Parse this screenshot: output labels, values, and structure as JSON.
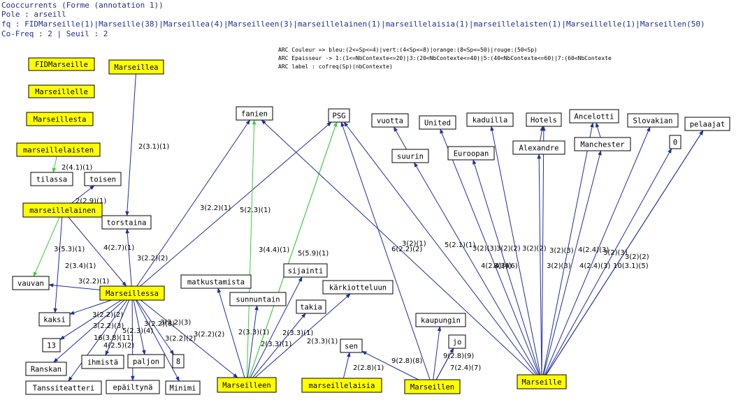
{
  "header": {
    "title": "Cooccurrents (Forme (annotation 1))",
    "pole": "Pole : arseill",
    "fq": "fq : FIDMarseille(1)|Marseille(38)|Marseillea(4)|Marseilleen(3)|marseillelainen(1)|marseillelaisia(1)|marseillelaisten(1)|Marseillelle(1)|Marseillen(50)",
    "cofreq": "Co-Freq : 2 | Seuil : 2"
  },
  "legend": {
    "line1": "ARC Couleur => bleu:(2<=Sp<=4)|vert:(4<Sp<=8)|orange:(8<Sp<=50)|rouge:(50<Sp)",
    "line2": "ARC Epaisseur -> 1:(1<=NbContexte<=20)|3:(20<NbContexte<=40)|5:(40<NbContexte<=60)|7:(60<NbContexte",
    "line3": "ARC label : cofreq(Sp)(nbContexte)"
  },
  "colors": {
    "pole_fill": "#ffff00",
    "node_fill": "#ffffff",
    "blue": "#1f2fa0",
    "green": "#3ccc3c",
    "header": "#1f2f8f"
  },
  "nodes": [
    {
      "id": "FIDMarseille",
      "label": "FIDMarseille",
      "pole": true
    },
    {
      "id": "Marseillea",
      "label": "Marseillea",
      "pole": true
    },
    {
      "id": "Marseillelle",
      "label": "Marseillelle",
      "pole": true
    },
    {
      "id": "Marseillesta",
      "label": "Marseillesta",
      "pole": true
    },
    {
      "id": "marseillelaisten",
      "label": "marseillelaisten",
      "pole": true
    },
    {
      "id": "marseillelainen",
      "label": "marseillelainen",
      "pole": true
    },
    {
      "id": "Marseillessa",
      "label": "Marseillessa",
      "pole": true
    },
    {
      "id": "Marseilleen",
      "label": "Marseilleen",
      "pole": true
    },
    {
      "id": "marseillelaisia",
      "label": "marseillelaisia",
      "pole": true
    },
    {
      "id": "Marseillen",
      "label": "Marseillen",
      "pole": true
    },
    {
      "id": "Marseille",
      "label": "Marseille",
      "pole": true
    },
    {
      "id": "tilassa",
      "label": "tilassa",
      "pole": false
    },
    {
      "id": "toisen",
      "label": "toisen",
      "pole": false
    },
    {
      "id": "torstaina",
      "label": "torstaina",
      "pole": false
    },
    {
      "id": "vauvan",
      "label": "vauvan",
      "pole": false
    },
    {
      "id": "kaksi",
      "label": "kaksi",
      "pole": false
    },
    {
      "id": "13",
      "label": "13",
      "pole": false
    },
    {
      "id": "Ranskan",
      "label": "Ranskan",
      "pole": false
    },
    {
      "id": "ihmista",
      "label": "ihmistä",
      "pole": false
    },
    {
      "id": "paljon",
      "label": "paljon",
      "pole": false
    },
    {
      "id": "8",
      "label": "8",
      "pole": false
    },
    {
      "id": "Tanssiteatteri",
      "label": "Tanssiteatteri",
      "pole": false
    },
    {
      "id": "epailtyna",
      "label": "epäiltynä",
      "pole": false
    },
    {
      "id": "Minimi",
      "label": "Minimi",
      "pole": false
    },
    {
      "id": "fanien",
      "label": "fanien",
      "pole": false
    },
    {
      "id": "PSG",
      "label": "PSG",
      "pole": false
    },
    {
      "id": "matkustamista",
      "label": "matkustamista",
      "pole": false
    },
    {
      "id": "sunnuntain",
      "label": "sunnuntain",
      "pole": false
    },
    {
      "id": "sijainti",
      "label": "sijainti",
      "pole": false
    },
    {
      "id": "takia",
      "label": "takia",
      "pole": false
    },
    {
      "id": "karkiotteluun",
      "label": "kärkiotteluun",
      "pole": false
    },
    {
      "id": "sen",
      "label": "sen",
      "pole": false
    },
    {
      "id": "kaupungin",
      "label": "kaupungin",
      "pole": false
    },
    {
      "id": "jo",
      "label": "jo",
      "pole": false
    },
    {
      "id": "vuotta",
      "label": "vuotta",
      "pole": false
    },
    {
      "id": "suurin",
      "label": "suurin",
      "pole": false
    },
    {
      "id": "United",
      "label": "United",
      "pole": false
    },
    {
      "id": "Euroopan",
      "label": "Euroopan",
      "pole": false
    },
    {
      "id": "kaduilla",
      "label": "kaduilla",
      "pole": false
    },
    {
      "id": "Hotels",
      "label": "Hotels",
      "pole": false
    },
    {
      "id": "Alexandre",
      "label": "Alexandre",
      "pole": false
    },
    {
      "id": "Ancelotti",
      "label": "Ancelotti",
      "pole": false
    },
    {
      "id": "Manchester",
      "label": "Manchester",
      "pole": false
    },
    {
      "id": "Slovakian",
      "label": "Slovakian",
      "pole": false
    },
    {
      "id": "0",
      "label": "0",
      "pole": false
    },
    {
      "id": "pelaajat",
      "label": "pelaajat",
      "pole": false
    }
  ],
  "edges": [
    {
      "from": "Marseillea",
      "to": "torstaina",
      "label": "2(3.1)(1)",
      "color": "blue"
    },
    {
      "from": "marseillelaisten",
      "to": "tilassa",
      "label": "2(4.1)(1)",
      "color": "green"
    },
    {
      "from": "marseillelainen",
      "to": "toisen",
      "label": "2(2.9)(1)",
      "color": "blue"
    },
    {
      "from": "marseillelainen",
      "to": "vauvan",
      "label": "3(5.3)(1)",
      "color": "green"
    },
    {
      "from": "marseillelainen",
      "to": "kaksi",
      "label": "2(3.4)(1)",
      "color": "blue"
    },
    {
      "from": "marseillelainen",
      "to": "Marseillessa",
      "label": "",
      "color": "blue"
    },
    {
      "from": "Marseillessa",
      "to": "vauvan",
      "label": "3(2.2)(1)",
      "color": "blue"
    },
    {
      "from": "Marseillessa",
      "to": "torstaina",
      "label": "4(2.7)(1)",
      "color": "blue"
    },
    {
      "from": "Marseillessa",
      "to": "fanien",
      "label": "3(2.2)(1)",
      "color": "blue"
    },
    {
      "from": "Marseillessa",
      "to": "PSG",
      "label": "3(2.2)(2)",
      "color": "blue"
    },
    {
      "from": "Marseillessa",
      "to": "kaksi",
      "label": "3(2.2)(2)",
      "color": "blue"
    },
    {
      "from": "Marseillessa",
      "to": "13",
      "label": "3(2.2)(3)",
      "color": "blue"
    },
    {
      "from": "Marseillessa",
      "to": "Ranskan",
      "label": "16(3.8)(11)",
      "color": "blue"
    },
    {
      "from": "Marseillessa",
      "to": "ihmista",
      "label": "4(2.5)(2)",
      "color": "blue"
    },
    {
      "from": "Marseillessa",
      "to": "paljon",
      "label": "5(2.3)(4)",
      "color": "blue"
    },
    {
      "from": "Marseillessa",
      "to": "epailtyna",
      "label": "3(2.2)(3)",
      "color": "blue"
    },
    {
      "from": "Marseillessa",
      "to": "Minimi",
      "label": "3(2.2)(3)",
      "color": "blue"
    },
    {
      "from": "Marseillessa",
      "to": "8",
      "label": "3(2.2)(2)",
      "color": "blue"
    },
    {
      "from": "Marseillessa",
      "to": "Marseilleen",
      "label": "3(2.2)(2)",
      "color": "blue"
    },
    {
      "from": "Marseillessa",
      "to": "Tanssiteatteri",
      "label": "",
      "color": "blue"
    },
    {
      "from": "Marseilleen",
      "to": "fanien",
      "label": "5(2.3)(1)",
      "color": "green"
    },
    {
      "from": "Marseilleen",
      "to": "PSG",
      "label": "5(5.9)(1)",
      "color": "green"
    },
    {
      "from": "Marseilleen",
      "to": "matkustamista",
      "label": "",
      "color": "blue"
    },
    {
      "from": "Marseilleen",
      "to": "sunnuntain",
      "label": "2(3.3)(1)",
      "color": "blue"
    },
    {
      "from": "Marseilleen",
      "to": "sijainti",
      "label": "2(3.3)(1)",
      "color": "blue"
    },
    {
      "from": "Marseilleen",
      "to": "takia",
      "label": "2(3.3)(1)",
      "color": "blue"
    },
    {
      "from": "Marseilleen",
      "to": "karkiotteluun",
      "label": "2(3.3)(1)",
      "color": "blue"
    },
    {
      "from": "Marseilleen",
      "to": "PSG",
      "label": "3(4.4)(1)",
      "color": "green"
    },
    {
      "from": "marseillelaisia",
      "to": "sen",
      "label": "2(2.8)(1)",
      "color": "blue"
    },
    {
      "from": "Marseillen",
      "to": "sen",
      "label": "9(2.8)(8)",
      "color": "blue"
    },
    {
      "from": "Marseillen",
      "to": "PSG",
      "label": "6(2.2)(2)",
      "color": "blue"
    },
    {
      "from": "Marseillen",
      "to": "kaupungin",
      "label": "",
      "color": "blue"
    },
    {
      "from": "Marseillen",
      "to": "jo",
      "label": "9(2.8)(9)",
      "color": "blue"
    },
    {
      "from": "Marseillen",
      "to": "jo",
      "label": "7(2.4)(7)",
      "color": "blue"
    },
    {
      "from": "Marseille",
      "to": "fanien",
      "label": "3(2)(1)",
      "color": "blue"
    },
    {
      "from": "Marseille",
      "to": "PSG",
      "label": "5(2.1)(1)",
      "color": "blue"
    },
    {
      "from": "Marseille",
      "to": "suurin",
      "label": "3(2)(3)",
      "color": "blue"
    },
    {
      "from": "Marseille",
      "to": "United",
      "label": "4(2.4)(4)",
      "color": "blue"
    },
    {
      "from": "Marseille",
      "to": "Euroopan",
      "label": "3(2)(2)",
      "color": "blue"
    },
    {
      "from": "Marseille",
      "to": "kaduilla",
      "label": "8(3)(6)",
      "color": "blue"
    },
    {
      "from": "Marseille",
      "to": "Alexandre",
      "label": "3(2)(2)",
      "color": "blue"
    },
    {
      "from": "Marseille",
      "to": "Hotels",
      "label": "3(2)(3)",
      "color": "blue"
    },
    {
      "from": "Marseille",
      "to": "Manchester",
      "label": "3(2)(3)",
      "color": "blue"
    },
    {
      "from": "Marseille",
      "to": "Ancelotti",
      "label": "4(2.4)(3)",
      "color": "blue"
    },
    {
      "from": "Marseille",
      "to": "Slovakian",
      "label": "4(2.4)(3)",
      "color": "blue"
    },
    {
      "from": "Marseille",
      "to": "0",
      "label": "3(2)(3)",
      "color": "blue"
    },
    {
      "from": "Marseille",
      "to": "pelaajat",
      "label": "10(3.1)(5)",
      "color": "blue"
    },
    {
      "from": "Marseille",
      "to": "pelaajat",
      "label": "3(2)(2)",
      "color": "blue"
    },
    {
      "from": "suurin",
      "to": "vuotta",
      "label": "",
      "color": "blue"
    },
    {
      "from": "Alexandre",
      "to": "Hotels",
      "label": "",
      "color": "blue"
    },
    {
      "from": "Manchester",
      "to": "Ancelotti",
      "label": "",
      "color": "blue"
    }
  ]
}
